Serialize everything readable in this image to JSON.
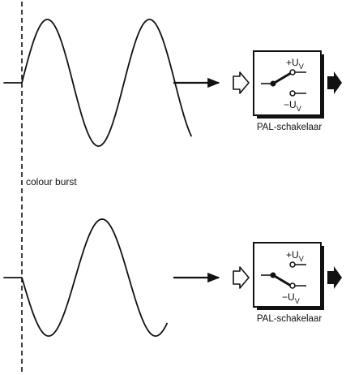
{
  "burst_label": "colour burst",
  "colors": {
    "ink": "#111111",
    "background": "#ffffff"
  },
  "switches": [
    {
      "id": "top",
      "name": "PAL-schakelaar",
      "plus_label": "+U",
      "plus_sub": "V",
      "minus_label": "−U",
      "minus_sub": "V",
      "position": "plus"
    },
    {
      "id": "bottom",
      "name": "PAL-schakelaar",
      "plus_label": "+U",
      "plus_sub": "V",
      "minus_label": "−U",
      "minus_sub": "V",
      "position": "minus"
    }
  ],
  "icons": {
    "input": "hollow-arrow-icon",
    "output": "solid-arrow-icon",
    "link": "arrow-right-icon"
  }
}
